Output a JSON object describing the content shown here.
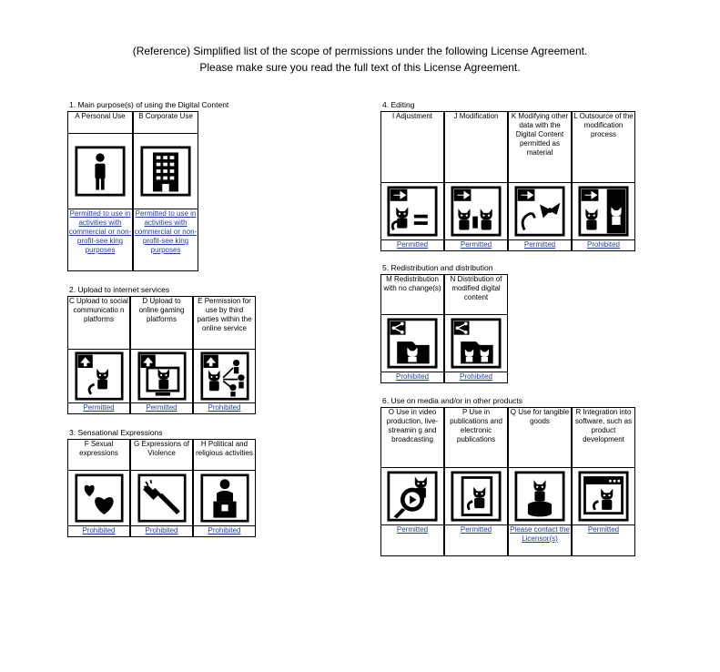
{
  "header": {
    "line1": "(Reference) Simplified list of the scope of permissions under the following License Agreement.",
    "line2": "Please make sure you read the full text of this License Agreement."
  },
  "colors": {
    "status": "#1f3ea8",
    "border": "#000000",
    "icon": "#000000"
  },
  "sections": {
    "s1": {
      "title": "1. Main purpose(s) of using the Digital Content",
      "items": [
        {
          "label": "A Personal Use",
          "icon": "person-icon",
          "status": "Permitted to use in activities with commercial or non-profit-see king purposes"
        },
        {
          "label": "B Corporate Use",
          "icon": "building-icon",
          "status": "Permitted to use in activities with commercial or non-profit-see king purposes"
        }
      ]
    },
    "s2": {
      "title": "2. Upload to internet services",
      "items": [
        {
          "label": "C Upload to social communicatio n platforms",
          "icon": "social-upload-icon",
          "status": "Permitted"
        },
        {
          "label": "D Upload to online gaming platforms",
          "icon": "gaming-upload-icon",
          "status": "Permitted"
        },
        {
          "label": "E Permission for use by third parties within the online service",
          "icon": "third-party-share-icon",
          "status": "Prohibited"
        }
      ]
    },
    "s3": {
      "title": "3. Sensational Expressions",
      "items": [
        {
          "label": "F Sexual expressions",
          "icon": "hearts-icon",
          "status": "Prohibited"
        },
        {
          "label": "G Expressions of Violence",
          "icon": "knife-icon",
          "status": "Prohibited"
        },
        {
          "label": "H Political and religious activities",
          "icon": "podium-icon",
          "status": "Prohibited"
        }
      ]
    },
    "s4": {
      "title": "4. Editing",
      "items": [
        {
          "label": "I Adjustment",
          "icon": "adjustment-icon",
          "status": "Permitted"
        },
        {
          "label": "J Modification",
          "icon": "modification-icon",
          "status": "Permitted"
        },
        {
          "label": "K Modifying other data with the Digital Content permitted as material",
          "icon": "material-icon",
          "status": "Permitted"
        },
        {
          "label": "L Outsource of the modification process",
          "icon": "outsource-icon",
          "status": "Prohibited"
        }
      ]
    },
    "s5": {
      "title": "5. Redistribution and distribution",
      "items": [
        {
          "label": "M Redistribution with no change(s)",
          "icon": "redistribution-icon",
          "status": "Prohibited"
        },
        {
          "label": "N Distribution of modified digital content",
          "icon": "modified-distribution-icon",
          "status": "Prohibited"
        }
      ]
    },
    "s6": {
      "title": "6. Use on media and/or in other products",
      "items": [
        {
          "label": "O Use in video production, live-streamin g and broadcasting",
          "icon": "video-icon",
          "status": "Permitted"
        },
        {
          "label": "P Use in publications and electronic publications",
          "icon": "publication-icon",
          "status": "Permitted"
        },
        {
          "label": "Q Use for tangible goods",
          "icon": "figure-goods-icon",
          "status": "Please contact the Licensor(s)"
        },
        {
          "label": "R Integration into software, such as product development",
          "icon": "software-icon",
          "status": "Permitted"
        }
      ]
    }
  }
}
